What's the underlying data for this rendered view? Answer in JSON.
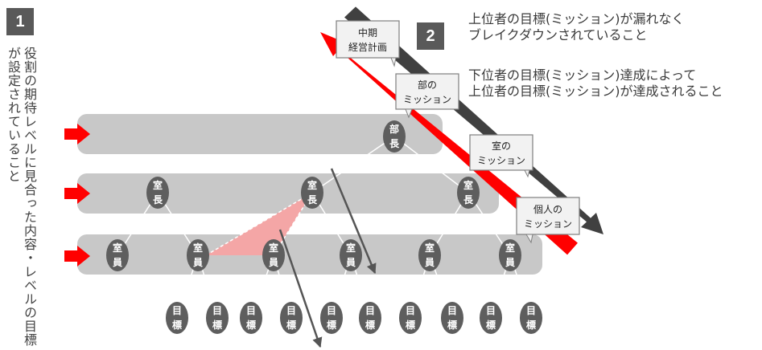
{
  "badges": {
    "one": "1",
    "two": "2"
  },
  "vertical_text": {
    "line1": "役割の期待レベルに見合った内容",
    "line2": "・レベルの目標が設定されていること"
  },
  "statements": {
    "top_line1": "上位者の目標(ミッション)が漏れなく",
    "top_line2": "ブレイクダウンされていること",
    "bottom_line1": "下位者の目標(ミッション)達成によって",
    "bottom_line2": "上位者の目標(ミッション)が達成されること"
  },
  "callouts": {
    "midterm": [
      "中期",
      "経営計画"
    ],
    "dept": [
      "部の",
      "ミッション"
    ],
    "room": [
      "室の",
      "ミッション"
    ],
    "personal": [
      "個人の",
      "ミッション"
    ]
  },
  "nodes": {
    "bucho": [
      "部",
      "長"
    ],
    "shitsucho": [
      "室",
      "長"
    ],
    "shitsuin": [
      "室",
      "員"
    ],
    "mokuhyo": [
      "目",
      "標"
    ]
  },
  "colors": {
    "band": "#c8c8c8",
    "node": "#5e5e5e",
    "red": "#ff0000",
    "dark_arrow": "#404040",
    "highlight": "#f4a6a6",
    "callout_border": "#7f7f7f"
  }
}
